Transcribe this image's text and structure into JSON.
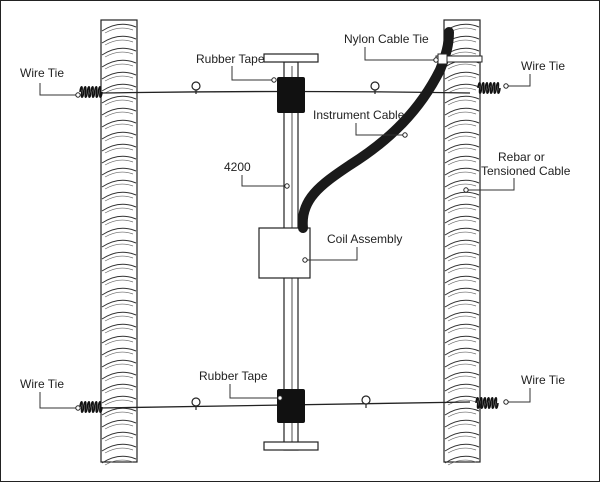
{
  "diagram": {
    "labels": {
      "wire_tie_top_left": "Wire Tie",
      "wire_tie_top_right": "Wire Tie",
      "wire_tie_bottom_left": "Wire Tie",
      "wire_tie_bottom_right": "Wire Tie",
      "rubber_tape_top": "Rubber Tape",
      "rubber_tape_bottom": "Rubber Tape",
      "nylon_cable_tie": "Nylon Cable Tie",
      "instrument_cable": "Instrument Cable",
      "model": "4200",
      "coil_assembly": "Coil Assembly",
      "rebar_line1": "Rebar or",
      "rebar_line2": "Tensioned Cable"
    },
    "colors": {
      "ink": "#222222",
      "cable": "#1a1a1a",
      "tape": "#111111",
      "background": "#ffffff"
    }
  }
}
